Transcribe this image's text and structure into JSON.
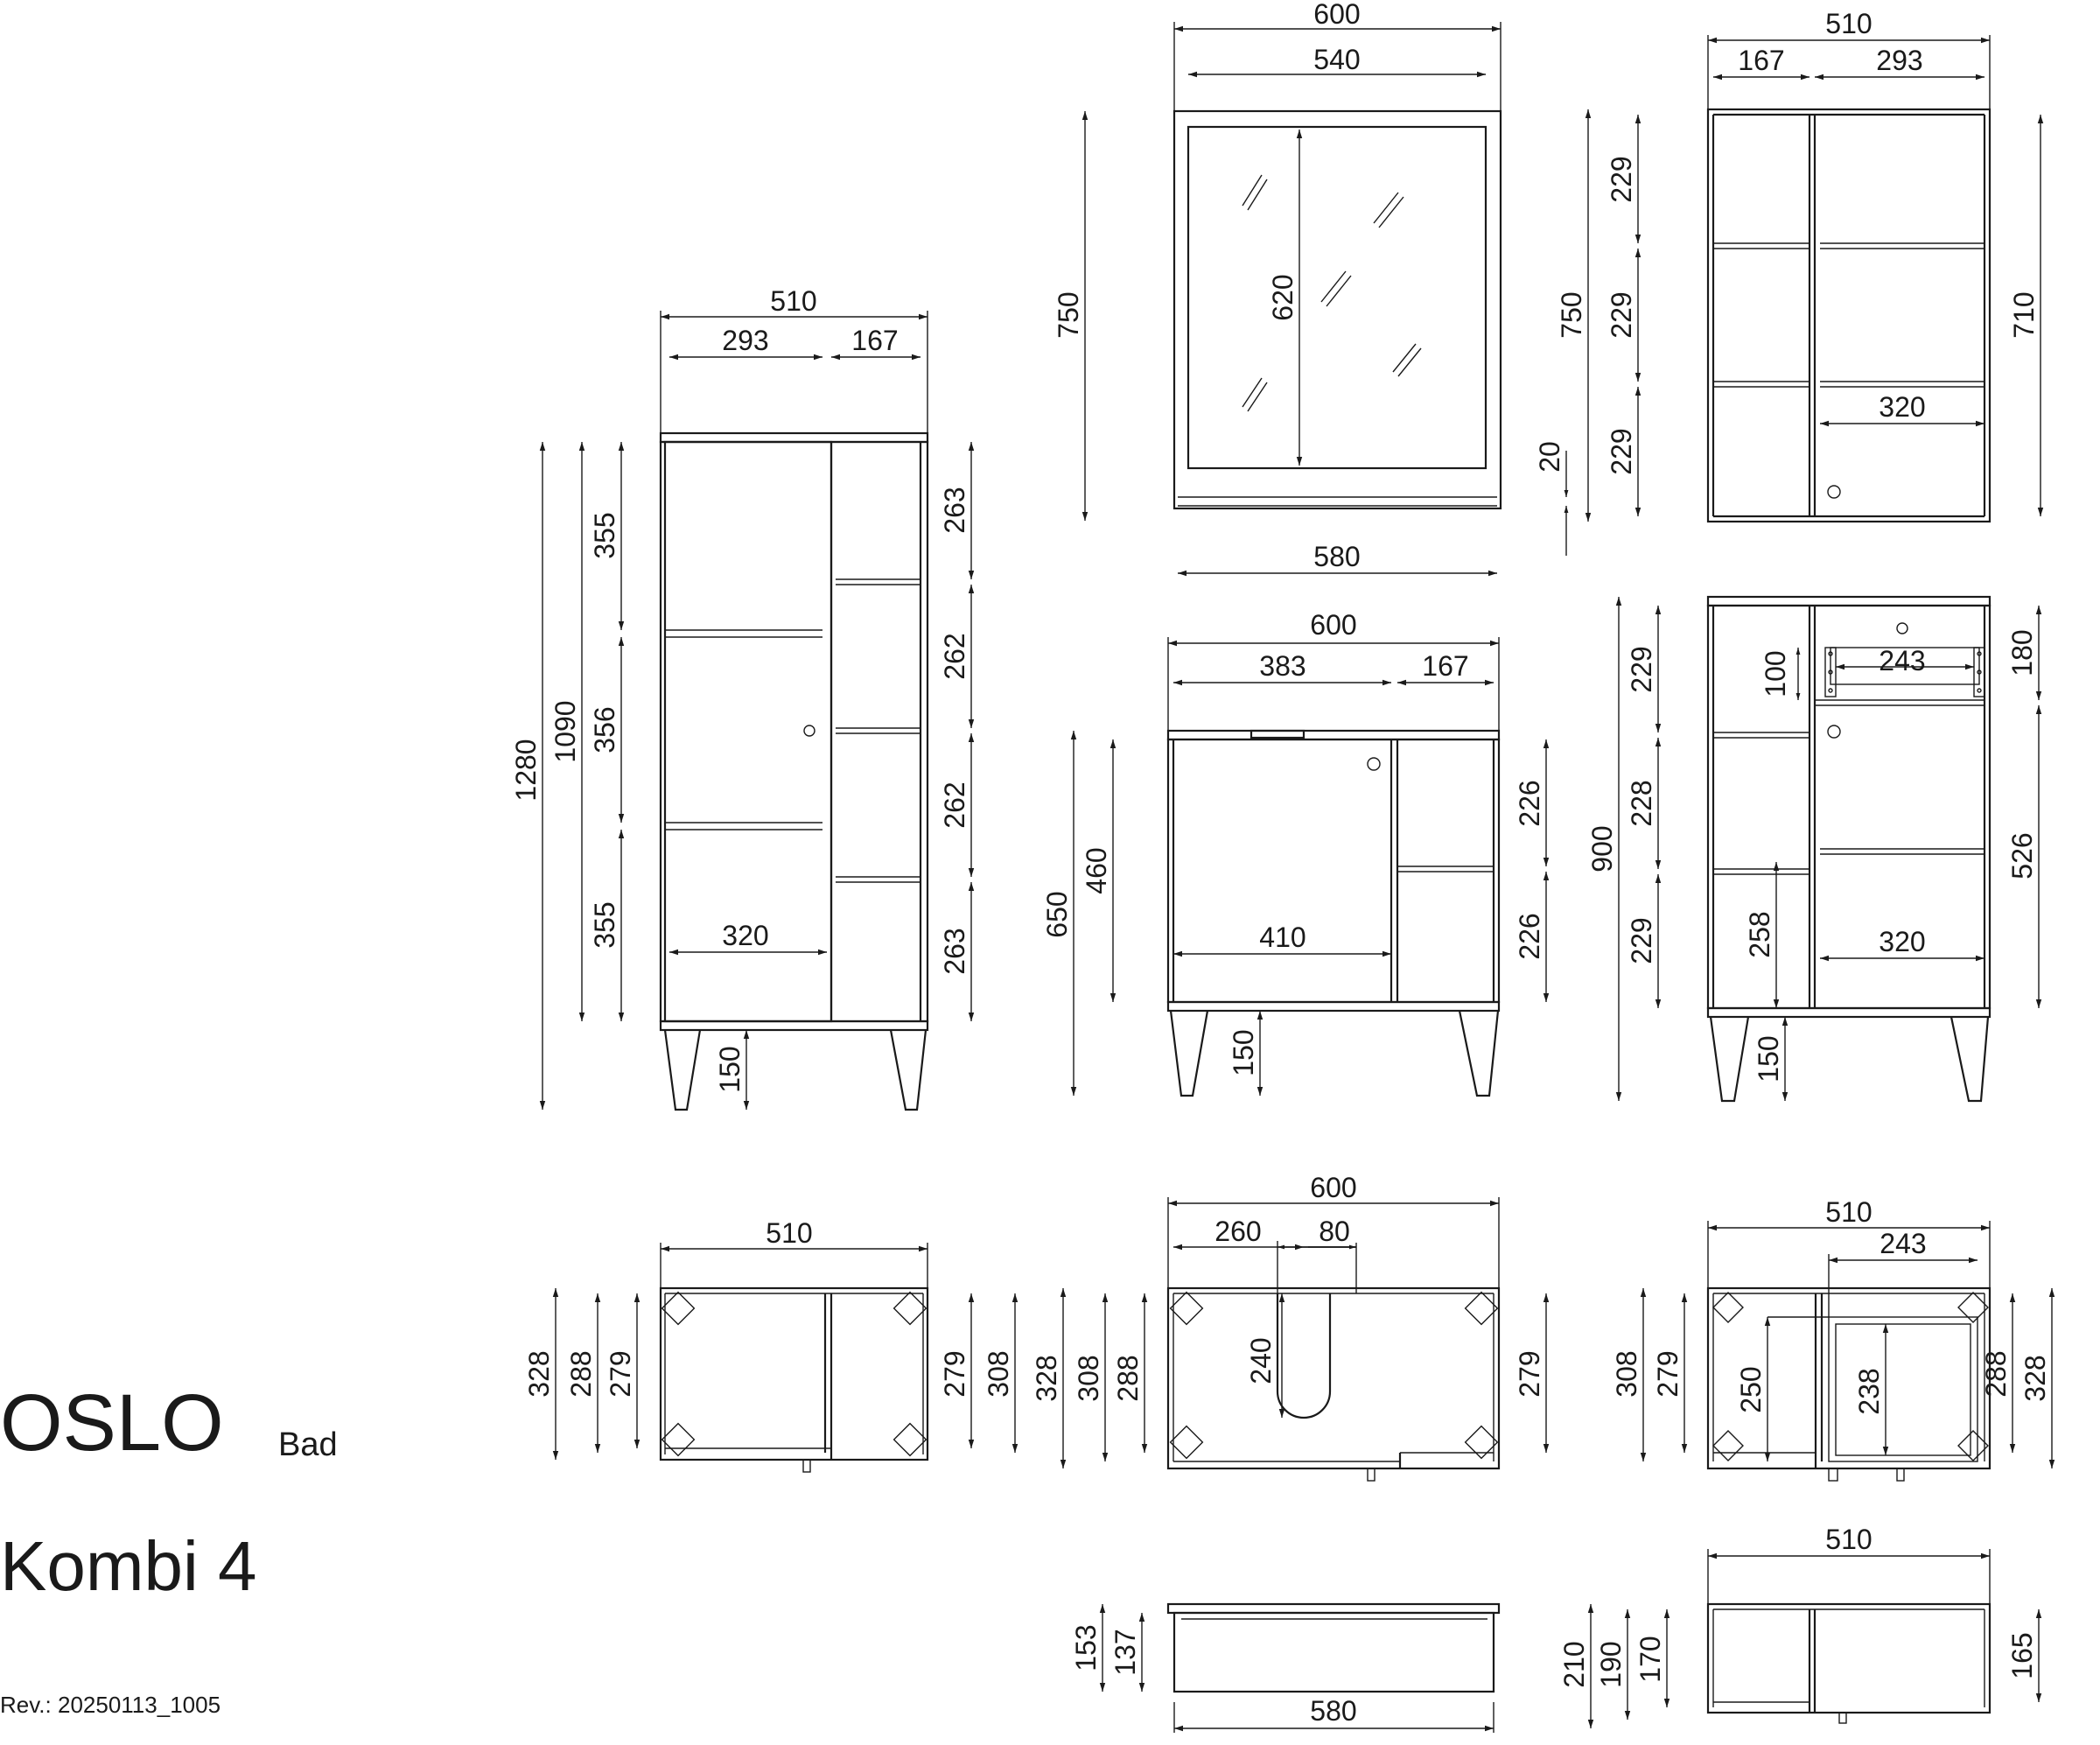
{
  "title": {
    "name": "OSLO",
    "subtitle": "Bad",
    "combination": "Kombi 4",
    "revision": "Rev.: 20250113_1005"
  },
  "drawings": {
    "tall_cabinet": {
      "width_total": "510",
      "width_left": "293",
      "width_right": "167",
      "height_total": "1280",
      "height_body": "1090",
      "left_sections": [
        "355",
        "356",
        "355"
      ],
      "right_sections": [
        "263",
        "262",
        "262",
        "263"
      ],
      "inner_width": "320",
      "leg_height": "150"
    },
    "mirror_cabinet": {
      "width_total": "600",
      "width_glass": "540",
      "height_total": "750",
      "glass_height": "620",
      "shelf_width": "580",
      "shelf_thickness": "20"
    },
    "wall_cabinet": {
      "width_total": "510",
      "width_left": "167",
      "width_right": "293",
      "height_total": "750",
      "sections": [
        "229",
        "229",
        "229"
      ],
      "inner_height": "710",
      "inner_width": "320"
    },
    "vanity_cabinet": {
      "width_total": "600",
      "width_left": "383",
      "width_right": "167",
      "height_total": "650",
      "body_height": "460",
      "right_sections": [
        "226",
        "226"
      ],
      "inner_width": "410",
      "leg_height": "150"
    },
    "side_cabinet": {
      "height_total": "900",
      "left_sections": [
        "229",
        "228",
        "229"
      ],
      "drawer_height": "100",
      "drawer_width": "243",
      "top_height": "180",
      "door_height": "526",
      "shelf_height": "258",
      "inner_width": "320",
      "leg_height": "150"
    },
    "plan_tall": {
      "width_total": "510",
      "depth_left": [
        "328",
        "288",
        "279"
      ],
      "depth_right": [
        "279",
        "308"
      ]
    },
    "plan_vanity": {
      "width_total": "600",
      "offset": "260",
      "siphon_width": "80",
      "siphon_depth": "240",
      "depth_left": [
        "328",
        "308",
        "288"
      ],
      "depth_right": "279"
    },
    "plan_side": {
      "width_total": "510",
      "drawer_width": "243",
      "depth_left": [
        "308",
        "279",
        "250"
      ],
      "drawer_depth": "238",
      "depth_right": [
        "288",
        "328"
      ]
    },
    "section_shelf": {
      "width": "580",
      "depth_outer": "153",
      "depth_inner": "137"
    },
    "section_wall": {
      "width": "510",
      "depths_left": [
        "210",
        "190",
        "170"
      ],
      "depth_right": "165"
    }
  }
}
